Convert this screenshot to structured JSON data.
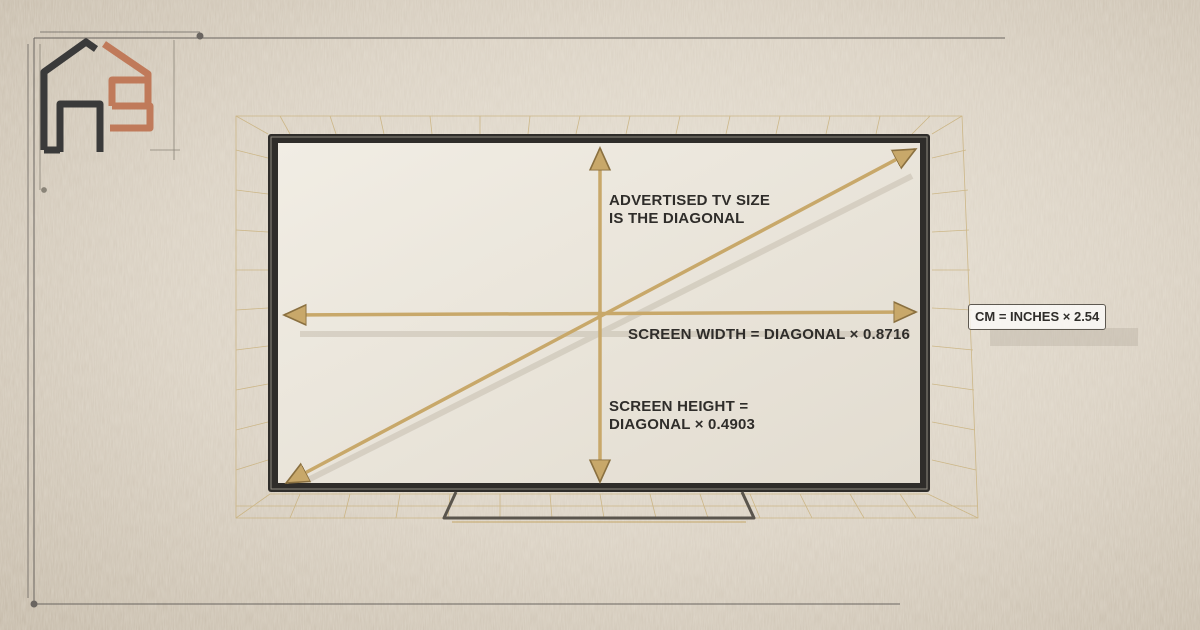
{
  "brand": {
    "logo": {
      "letters": "hs",
      "icon": "house-hs-logo-icon",
      "colors": {
        "dark": "#3a3a3a",
        "accent": "#c07a5a"
      }
    }
  },
  "diagram": {
    "diagonal_label": {
      "line1": "ADVERTISED TV SIZE",
      "line2": "IS THE DIAGONAL"
    },
    "width_label": "SCREEN WIDTH = DIAGONAL × 0.8716",
    "height_label": {
      "line1": "SCREEN HEIGHT =",
      "line2": "DIAGONAL × 0.4903"
    },
    "conversion_note": "CM = INCHES × 2.54"
  },
  "colors": {
    "arrow_gold": "#c8a86a",
    "grid_gold": "#c9b17c",
    "tv_frame": "#2f2d2a",
    "screen": "#ece7dc",
    "background": "#d9d0c2"
  }
}
